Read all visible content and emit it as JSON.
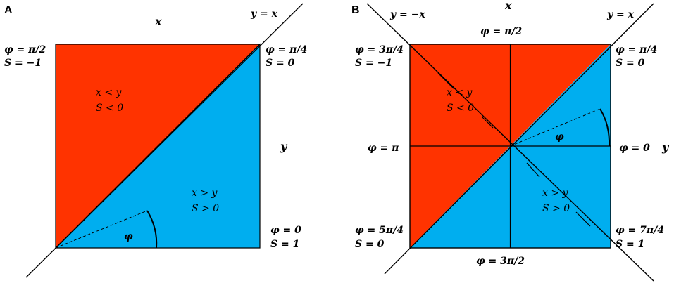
{
  "colors": {
    "red": "#FF3300",
    "blue": "#00AEEF",
    "line": "#000000"
  },
  "panel_a": {
    "label": "A",
    "axis_x": "x",
    "axis_y": "y",
    "diag": "y = x",
    "corner_tl": [
      "φ = π/2",
      "S = −1"
    ],
    "corner_tr": [
      "φ = π/4",
      "S = 0"
    ],
    "corner_br": [
      "φ = 0",
      "S = 1"
    ],
    "region_red": [
      "x < y",
      "S < 0"
    ],
    "region_blue": [
      "x > y",
      "S > 0"
    ],
    "angle": "φ"
  },
  "panel_b": {
    "label": "B",
    "axis_x": "x",
    "axis_y": "y",
    "diag_pos": "y = x",
    "diag_neg": "y = −x",
    "top_mid": "φ = π/2",
    "bottom_mid": "φ = 3π/2",
    "left_mid": "φ = π",
    "right_mid": "φ = 0",
    "corner_tl": [
      "φ = 3π/4",
      "S = −1"
    ],
    "corner_tr": [
      "φ = π/4",
      "S = 0"
    ],
    "corner_bl": [
      "φ = 5π/4",
      "S = 0"
    ],
    "corner_br": [
      "φ = 7π/4",
      "S = 1"
    ],
    "region_red": [
      "x < y",
      "S < 0"
    ],
    "region_blue": [
      "x > y",
      "S > 0"
    ],
    "angle": "φ"
  }
}
